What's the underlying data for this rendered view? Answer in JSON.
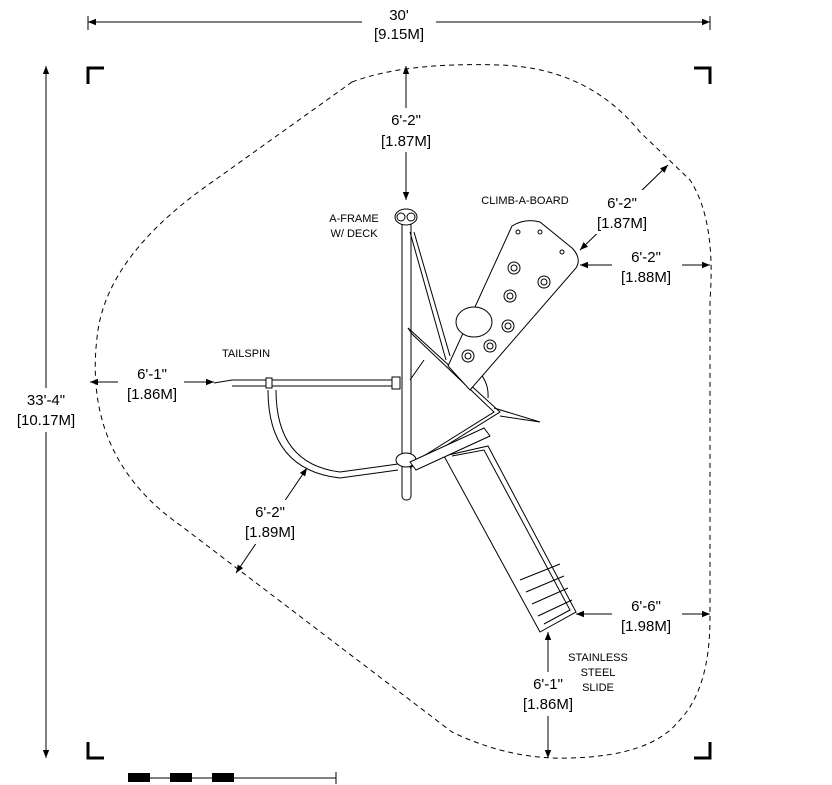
{
  "dimensions": {
    "overall_width": {
      "ft": "30'",
      "m": "[9.15M]"
    },
    "overall_height": {
      "ft": "33'-4\"",
      "m": "[10.17M]"
    },
    "top_clearance": {
      "ft": "6'-2\"",
      "m": "[1.87M]"
    },
    "upper_right_diag": {
      "ft": "6'-2\"",
      "m": "[1.87M]"
    },
    "right_climb": {
      "ft": "6'-2\"",
      "m": "[1.88M]"
    },
    "left_tailspin": {
      "ft": "6'-1\"",
      "m": "[1.86M]"
    },
    "lower_left_diag": {
      "ft": "6'-2\"",
      "m": "[1.89M]"
    },
    "right_slide": {
      "ft": "6'-6\"",
      "m": "[1.98M]"
    },
    "bottom_slide": {
      "ft": "6'-1\"",
      "m": "[1.86M]"
    }
  },
  "labels": {
    "a_frame_1": "A-FRAME",
    "a_frame_2": "W/ DECK",
    "climb_a_board": "CLIMB-A-BOARD",
    "tailspin": "TAILSPIN",
    "slide_1": "STAINLESS",
    "slide_2": "STEEL",
    "slide_3": "SLIDE"
  }
}
